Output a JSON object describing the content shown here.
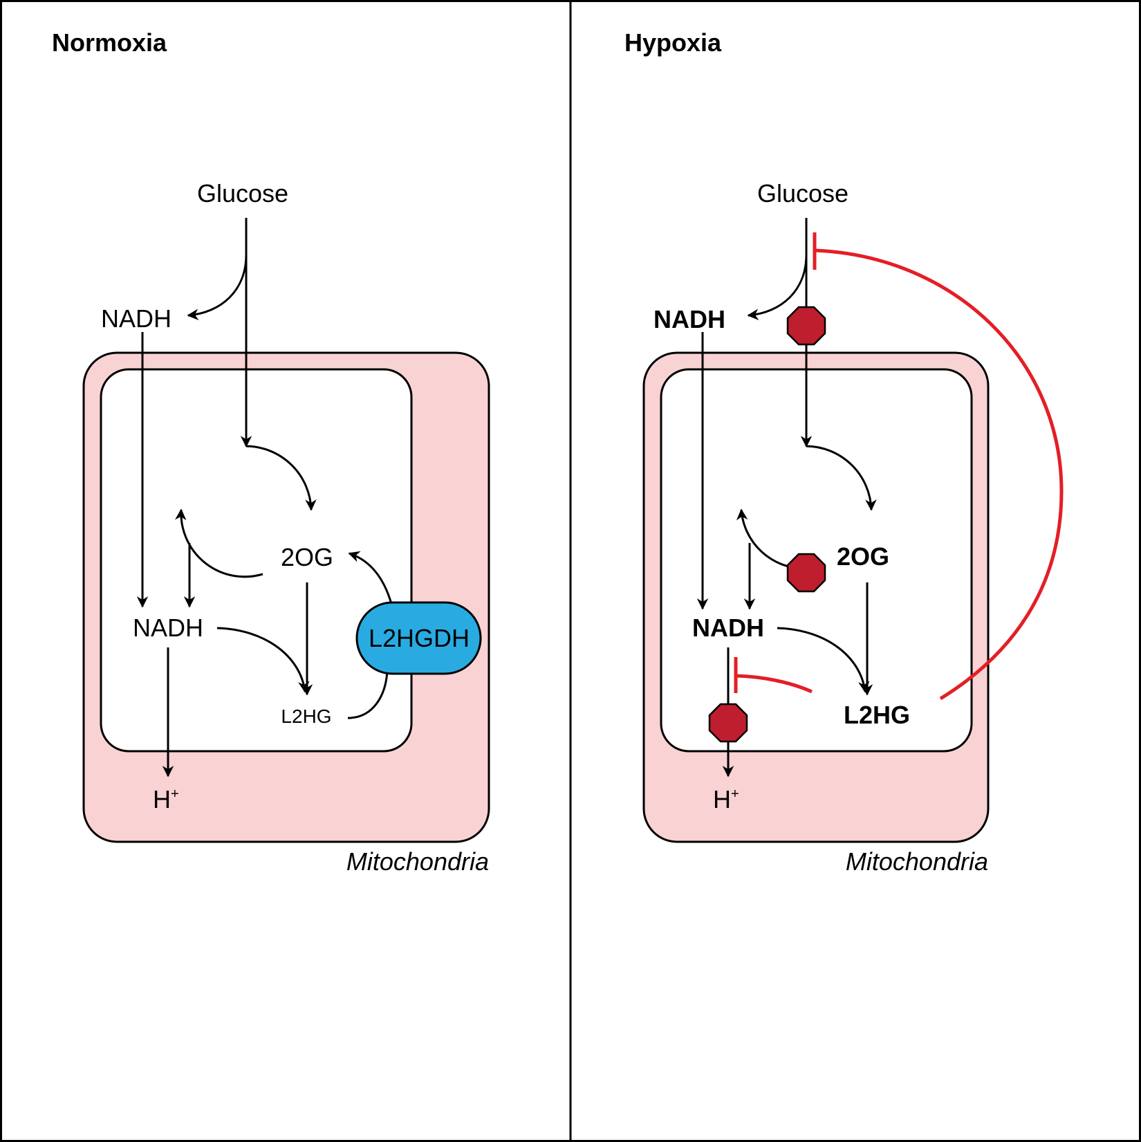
{
  "normoxia": {
    "title": "Normoxia",
    "glucose": "Glucose",
    "nadh_cyto": "NADH",
    "ogg": "2OG",
    "nadh_mito": "NADH",
    "l2hg": "L2HG",
    "enzyme": "L2HGDH",
    "h_base": "H",
    "h_sup": "+",
    "mito": "Mitochondria"
  },
  "hypoxia": {
    "title": "Hypoxia",
    "glucose": "Glucose",
    "nadh_cyto": "NADH",
    "ogg": "2OG",
    "nadh_mito": "NADH",
    "l2hg": "L2HG",
    "h_base": "H",
    "h_sup": "+",
    "mito": "Mitochondria"
  },
  "colors": {
    "mito_fill": "#f9d2d3",
    "enzyme_fill": "#29abe2",
    "inhibition": "#e41e26",
    "stop_sign": "#be1e2d"
  }
}
